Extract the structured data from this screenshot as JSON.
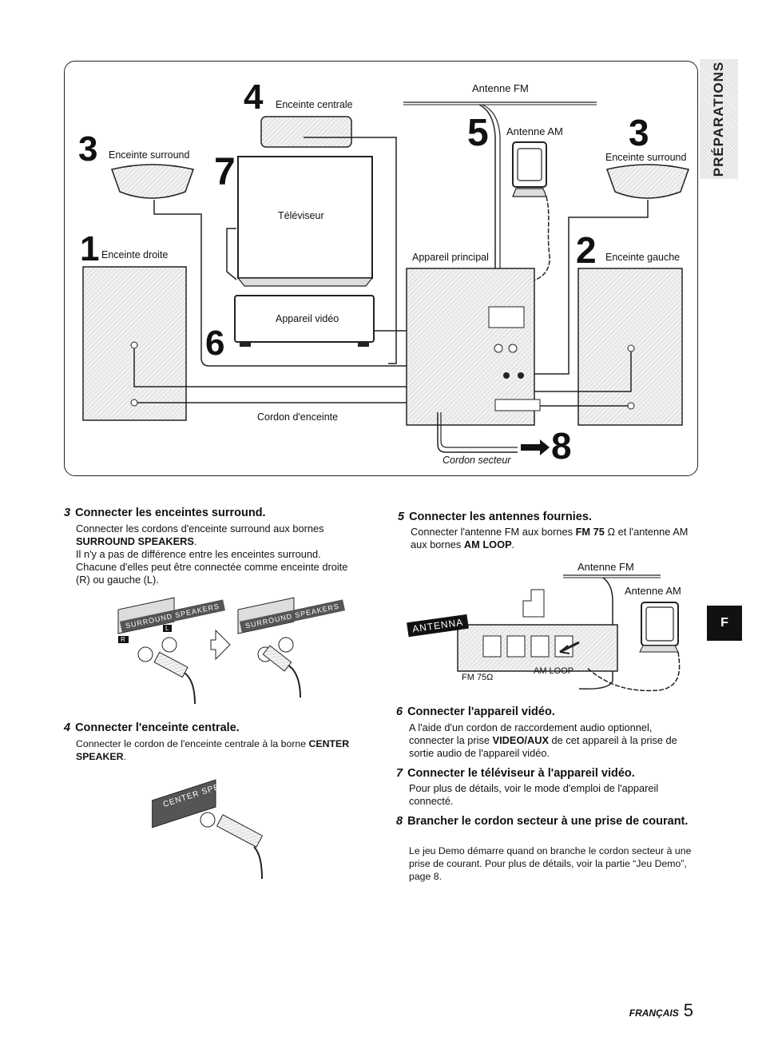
{
  "side_tab": "PRÉPARATIONS",
  "language_tab": "F",
  "diagram": {
    "labels": {
      "antenne_fm": "Antenne FM",
      "antenne_am": "Antenne AM",
      "enceinte_centrale": "Enceinte centrale",
      "enceinte_surround_left": "Enceinte surround",
      "enceinte_surround_right": "Enceinte surround",
      "televiseur": "Téléviseur",
      "enceinte_droite": "Enceinte droite",
      "appareil_principal": "Appareil principal",
      "enceinte_gauche": "Enceinte gauche",
      "appareil_video": "Appareil vidéo",
      "cordon_enceinte": "Cordon d'enceinte",
      "cordon_secteur": "Cordon secteur"
    },
    "numbers": {
      "n1": "1",
      "n2": "2",
      "n3a": "3",
      "n3b": "3",
      "n4": "4",
      "n5": "5",
      "n6": "6",
      "n7": "7",
      "n8": "8"
    }
  },
  "steps": {
    "s3": {
      "num": "3",
      "title": "Connecter les enceintes surround.",
      "p1_pre": "Connecter les cordons d'enceinte surround aux bornes",
      "p1_bold": "SURROUND SPEAKERS",
      "p2": "Il n'y a pas de différence entre les enceintes surround. Chacune d'elles peut être connectée comme enceinte droite (R) ou gauche (L).",
      "panel_text": "SURROUND SPEAKERS",
      "r_mark": "R",
      "l_mark": "L"
    },
    "s4": {
      "num": "4",
      "title": "Connecter l'enceinte centrale.",
      "p1_pre": "Connecter le cordon de l'enceinte centrale à la borne",
      "p1_bold": "CENTER SPEAKER",
      "panel_text": "CENTER SPEAKER"
    },
    "s5": {
      "num": "5",
      "title": "Connecter les antennes fournies.",
      "p1_a": "Connecter l'antenne FM aux bornes",
      "p1_b": "FM 75",
      "p1_c": "Ω et l'antenne AM aux bornes",
      "p1_d": "AM LOOP",
      "fig_fm": "Antenne FM",
      "fig_am": "Antenne AM",
      "fig_badge": "ANTENNA",
      "fig_fm75": "FM 75Ω",
      "fig_amloop": "AM LOOP"
    },
    "s6": {
      "num": "6",
      "title": "Connecter l'appareil vidéo.",
      "p1_a": "A l'aide d'un cordon de raccordement audio optionnel, connecter la prise",
      "p1_b": "VIDEO/AUX",
      "p1_c": "de cet appareil à la prise de sortie audio de l'appareil vidéo."
    },
    "s7": {
      "num": "7",
      "title": "Connecter le téléviseur à l'appareil vidéo.",
      "p1": "Pour plus de détails, voir le mode d'emploi de l'appareil connecté."
    },
    "s8": {
      "num": "8",
      "title": "Brancher le cordon secteur à une prise de courant.",
      "p1": "Le jeu Demo démarre quand on branche le cordon secteur à une prise de courant. Pour plus de détails, voir la partie “Jeu Demo”, page 8."
    }
  },
  "footer": {
    "lang": "FRANÇAIS",
    "page": "5"
  }
}
